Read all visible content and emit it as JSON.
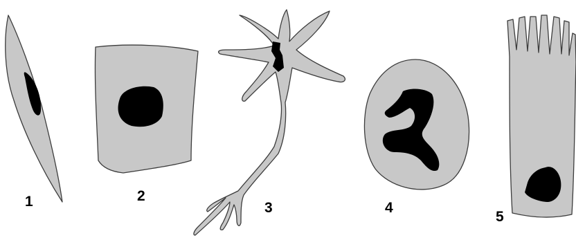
{
  "colors": {
    "background": "#ffffff",
    "cytoplasm": "#c8c8c8",
    "outline": "#3c3c3c",
    "nucleus": "#000000"
  },
  "cells": [
    {
      "label": "1",
      "shape": "spindle-shaped cell"
    },
    {
      "label": "2",
      "shape": "cuboidal cell"
    },
    {
      "label": "3",
      "shape": "neuron"
    },
    {
      "label": "4",
      "shape": "cell with lobed nucleus"
    },
    {
      "label": "5",
      "shape": "columnar cell with microvilli"
    }
  ]
}
